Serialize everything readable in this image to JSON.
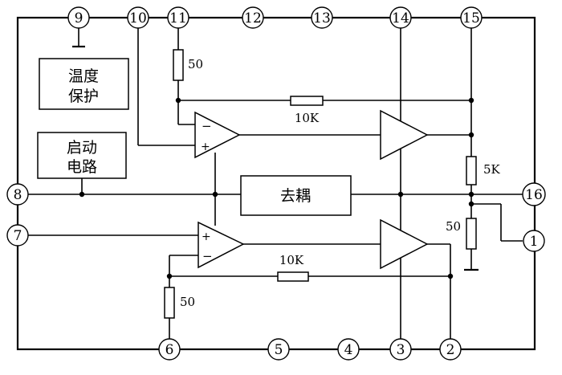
{
  "blocks": {
    "thermal_protection": [
      "温度",
      "保护"
    ],
    "startup": [
      "启动",
      "电路"
    ],
    "decoupling": "去耦"
  },
  "pins": {
    "p1": "1",
    "p2": "2",
    "p3": "3",
    "p4": "4",
    "p5": "5",
    "p6": "6",
    "p7": "7",
    "p8": "8",
    "p9": "9",
    "p10": "10",
    "p11": "11",
    "p12": "12",
    "p13": "13",
    "p14": "14",
    "p15": "15",
    "p16": "16"
  },
  "resistors": {
    "r_pin11": "50",
    "r_fb_top": "10K",
    "r_5k": "5K",
    "r_pin1": "50",
    "r_fb_bottom": "10K",
    "r_pin6": "50"
  },
  "opamp_signs": {
    "minus": "−",
    "plus": "+"
  }
}
